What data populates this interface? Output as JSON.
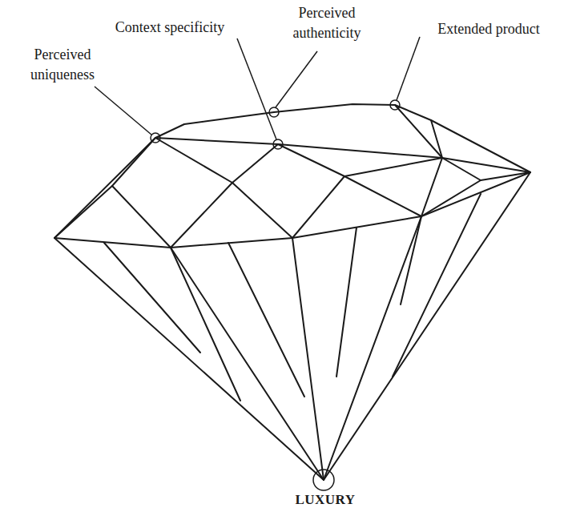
{
  "diagram": {
    "labels": [
      "Perceived authenticity",
      "Context specificity",
      "Extended product",
      "Perceived uniqueness",
      "LUXURY"
    ]
  }
}
